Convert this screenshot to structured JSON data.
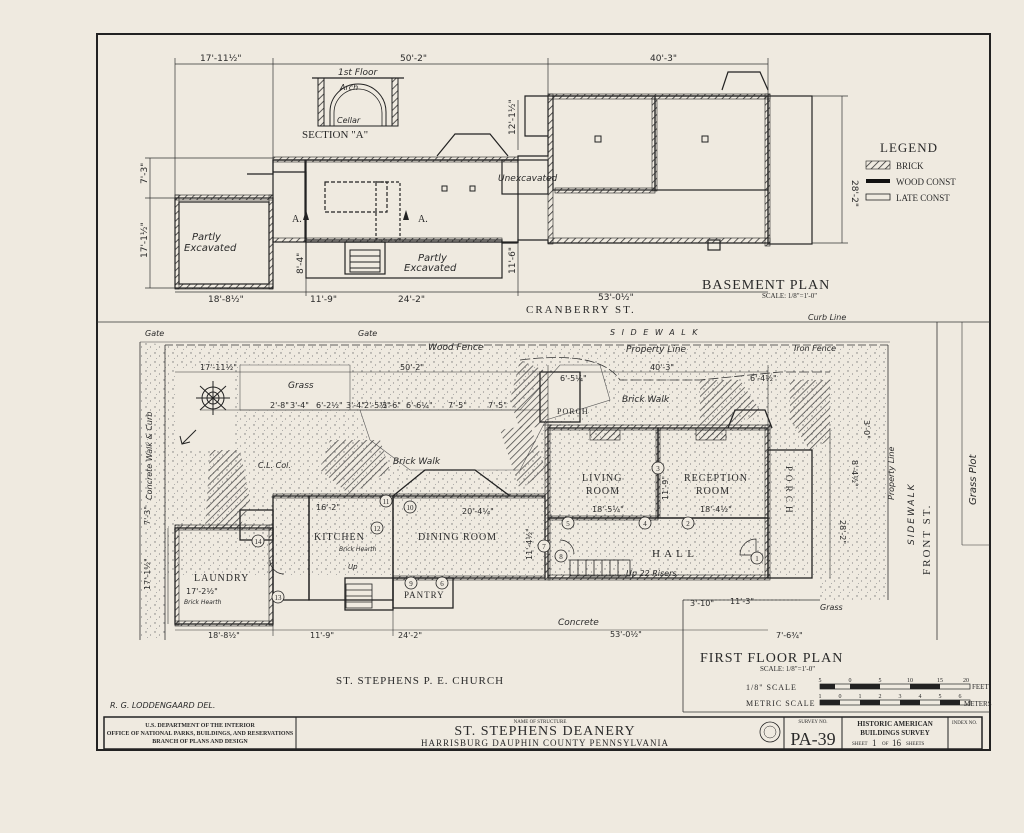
{
  "basement": {
    "title": "BASEMENT PLAN",
    "scale": "SCALE: 1/8\"=1'-0\"",
    "section_a": "SECTION \"A\"",
    "section_first_floor": "1st Floor",
    "section_arch": "Arch",
    "section_cellar": "Cellar",
    "partly_excavated": "Partly",
    "partly_excavated_2": "Excavated",
    "unexcavated": "Unexcavated",
    "section_mark": "A.",
    "dims": {
      "top_left": "17'-11½\"",
      "top_mid": "50'-2\"",
      "top_right": "40'-3\"",
      "left_upper": "7'-3\"",
      "left_lower": "17'-1½\"",
      "mid_vert": "8'-4\"",
      "mid_vert2": "11'-6\"",
      "stair_vert": "12'-1½\"",
      "right_vert": "28'-2\"",
      "bot_1": "18'-8½\"",
      "bot_2": "11'-9\"",
      "bot_3": "24'-2\"",
      "bot_4": "53'-0½\""
    }
  },
  "legend": {
    "title": "LEGEND",
    "items": [
      "BRICK",
      "WOOD CONST",
      "LATE CONST"
    ]
  },
  "streets": {
    "cranberry": "CRANBERRY   ST.",
    "front": "FRONT   ST.",
    "sidewalk_top": "S I D E W A L K",
    "sidewalk_right": "SIDEWALK",
    "grass_plot": "Grass Plot",
    "curb_line": "Curb Line",
    "gate_1": "Gate",
    "gate_2": "Gate",
    "church": "ST. STEPHENS  P. E.  CHURCH"
  },
  "first_floor": {
    "title": "FIRST FLOOR PLAN",
    "scale": "SCALE: 1/8\"=1'-0\"",
    "wood_fence": "Wood Fence",
    "property_line": "Property Line",
    "property_line_right": "Property Line",
    "iron_fence": "Iron Fence",
    "grass": "Grass",
    "grass_bottom": "Grass",
    "brick_walk_1": "Brick Walk",
    "brick_walk_2": "Brick Walk",
    "concrete": "Concrete",
    "concrete_walk": "Concrete Walk & Curb",
    "cl_col": "C.L. Col.",
    "brick_hearth_1": "Brick Hearth",
    "brick_hearth_2": "Brick Hearth",
    "up_risers": "Up 22 Risers",
    "up_small": "Up",
    "rooms": {
      "living_1": "LIVING",
      "living_2": "ROOM",
      "reception_1": "RECEPTION",
      "reception_2": "ROOM",
      "hall": "H A L L",
      "dining": "DINING  ROOM",
      "kitchen": "KITCHEN",
      "laundry": "LAUNDRY",
      "pantry": "PANTRY",
      "porch_top": "PORCH",
      "porch_side": "P O R C H"
    },
    "markers": [
      "1",
      "2",
      "3",
      "4",
      "5",
      "6",
      "7",
      "8",
      "9",
      "10",
      "11",
      "12",
      "13",
      "14"
    ],
    "dims": {
      "top_left": "17'-11½\"",
      "top_mid": "50'-2\"",
      "top_right": "40'-3\"",
      "porch_w": "6'-5¼\"",
      "top_small": "6'-4½\"",
      "row_a": "2'-8\"",
      "row_b": "3'-4\"",
      "row_c": "6'-2½\"",
      "row_d": "3'-4\"",
      "row_e": "2'-5¾\"",
      "row_f": "3'-6\"",
      "row_g": "6'-6¼\"",
      "row_h": "7'-5\"",
      "row_i": "7'-5\"",
      "kitchen_w": "16'-2\"",
      "dining_w": "20'-4¼\"",
      "living_w": "18'-5¼\"",
      "reception_w": "18'-4½\"",
      "laundry_w": "17'-2½\"",
      "living_h": "11'-9\"",
      "hall_h": "11'-4½\"",
      "bot_1": "18'-8½\"",
      "bot_2": "11'-9\"",
      "bot_3": "24'-2\"",
      "bot_4": "53'-0½\"",
      "bot_5": "3'-10\"",
      "bot_6": "11'-3\"",
      "bot_7": "7'-6¾\"",
      "left_1": "17'-1½\"",
      "left_2": "7'-3\"",
      "right_1": "28'-2\"",
      "right_2": "3'-0\"",
      "right_3": "8'-4½\""
    }
  },
  "scales": {
    "scale_label": "1/8\" SCALE",
    "feet": "FEET",
    "feet_ticks": [
      "5",
      "0",
      "5",
      "10",
      "15",
      "20"
    ],
    "metric_label": "METRIC SCALE",
    "meters": "METERS",
    "metric_ticks": [
      "1",
      "0",
      "1",
      "2",
      "3",
      "4",
      "5",
      "6"
    ]
  },
  "delineator": "R. G. LODDENGAARD  DEL.",
  "title_block": {
    "dept_1": "U.S. DEPARTMENT OF THE INTERIOR",
    "dept_2": "OFFICE OF NATIONAL PARKS, BUILDINGS, AND RESERVATIONS",
    "dept_3": "BRANCH OF PLANS AND DESIGN",
    "name_label": "NAME OF STRUCTURE",
    "structure": "ST. STEPHENS  DEANERY",
    "location": "HARRISBURG     DAUPHIN  COUNTY     PENNSYLVANIA",
    "survey_label": "SURVEY NO.",
    "survey_no": "PA-39",
    "habs_1": "HISTORIC AMERICAN",
    "habs_2": "BUILDINGS SURVEY",
    "sheet_word": "SHEET",
    "sheet_no": "1",
    "of_word": "OF",
    "sheet_total": "16",
    "sheets_word": "SHEETS",
    "index_label": "INDEX NO."
  }
}
